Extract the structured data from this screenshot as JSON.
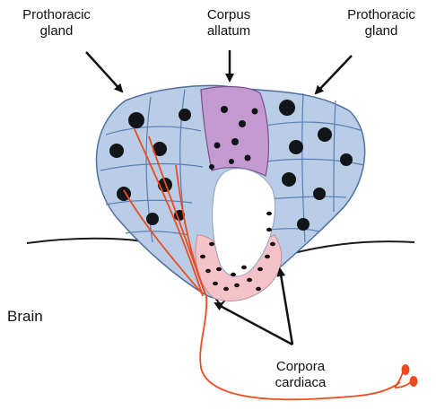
{
  "labels": {
    "prothoracic_left": [
      "Prothoracic",
      "gland"
    ],
    "corpus_allatum": [
      "Corpus",
      "allatum"
    ],
    "prothoracic_right": [
      "Prothoracic",
      "gland"
    ],
    "brain": "Brain",
    "corpora_cardiaca": [
      "Corpora",
      "cardiaca"
    ]
  },
  "colors": {
    "gland_fill": "#b9cde6",
    "gland_stroke": "#4f6f9e",
    "cell_wall": "#5a7fb3",
    "nucleus": "#111418",
    "allatum_fill": "#c49bd0",
    "allatum_stroke": "#7c4d8d",
    "cardiaca_fill": "#f3c3c9",
    "nerve": "#ee4b1e",
    "brain_outline": "#1a1a1a",
    "arrow": "#111111"
  }
}
